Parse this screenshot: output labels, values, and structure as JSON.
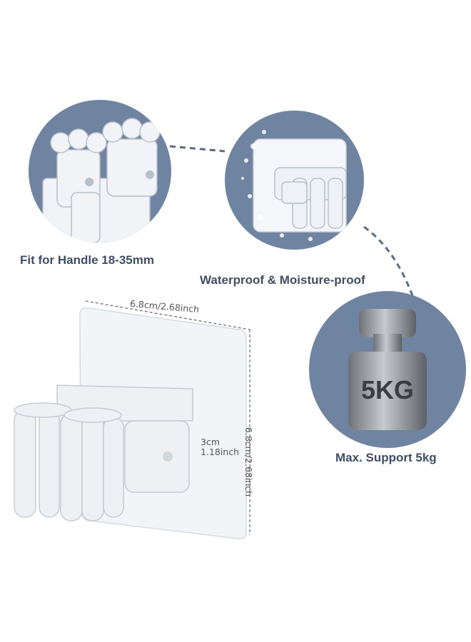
{
  "features": [
    {
      "caption": "Fit for Handle 18-35mm",
      "icon": "clip-closeup"
    },
    {
      "caption": "Waterproof & Moisture-proof",
      "icon": "water-splash-holder"
    },
    {
      "caption": "Max. Support 5kg",
      "icon": "weight"
    }
  ],
  "weight_label": "5KG",
  "dimensions": {
    "width": "6.8cm/2.68inch",
    "height": "6.8cm/2.68inch",
    "clip_cm": "3cm",
    "clip_inch": "1.18inch"
  },
  "colors": {
    "circle": "#6f84a1",
    "caption": "#3f4e63",
    "product": "#f2f4f7",
    "weight": "#8a8e93"
  }
}
